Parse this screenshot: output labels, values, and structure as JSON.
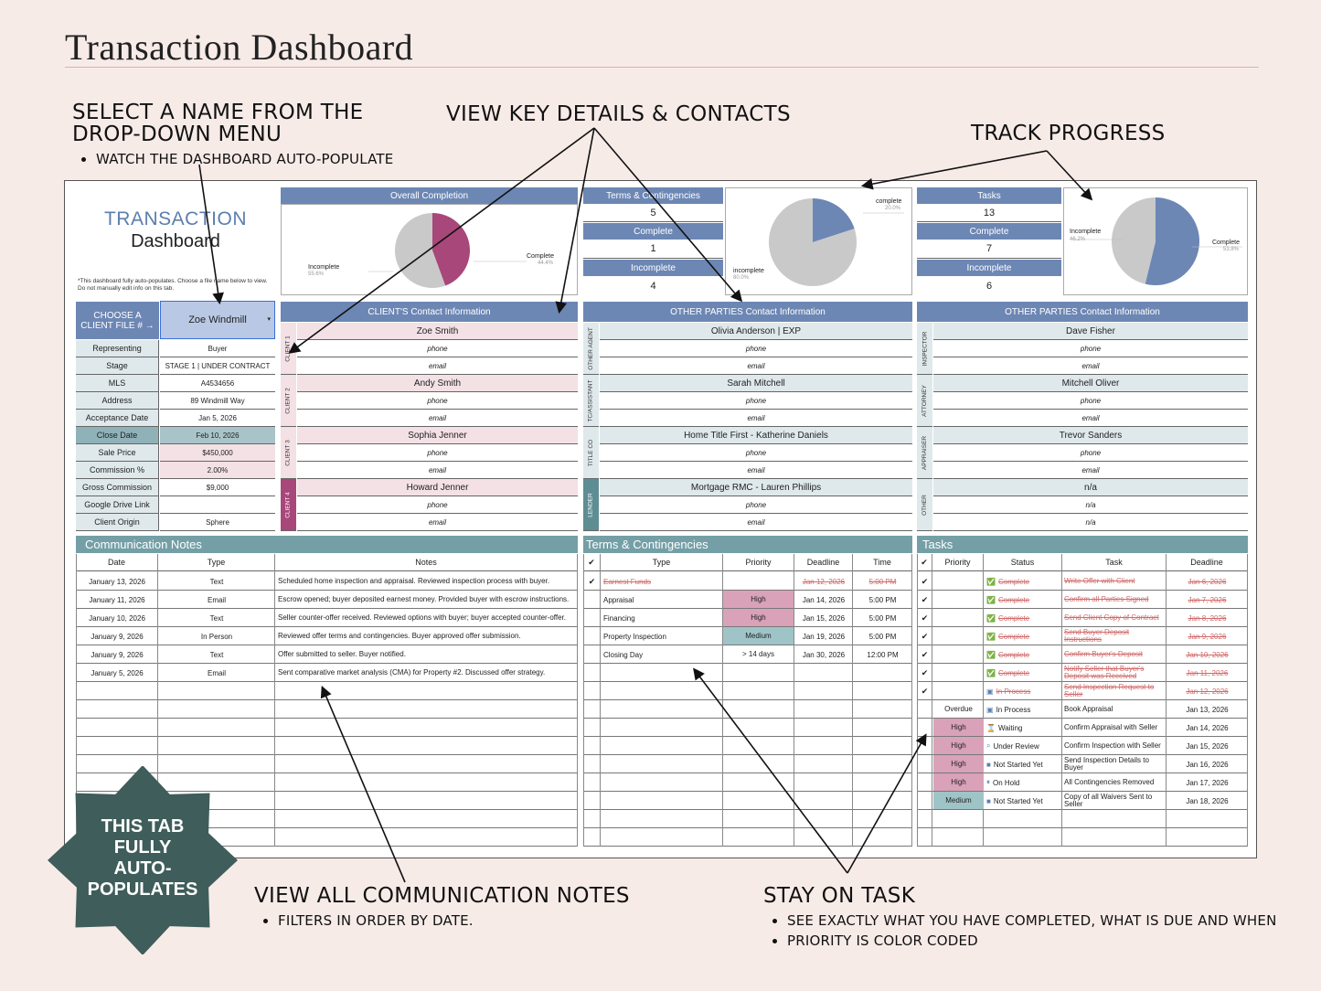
{
  "page": {
    "title": "Transaction Dashboard"
  },
  "callouts": {
    "select": {
      "head1": "SELECT A NAME FROM THE",
      "head2": "DROP-DOWN MENU",
      "bullet": "WATCH THE DASHBOARD AUTO-POPULATE"
    },
    "key": {
      "head": "VIEW KEY DETAILS & CONTACTS"
    },
    "track": {
      "head": "TRACK PROGRESS"
    },
    "notes": {
      "head": "VIEW ALL COMMUNICATION NOTES",
      "bullet": "FILTERS IN ORDER BY DATE."
    },
    "task": {
      "head": "STAY ON TASK",
      "bullets": [
        "SEE EXACTLY WHAT YOU HAVE COMPLETED, WHAT IS DUE AND WHEN",
        "PRIORITY IS COLOR CODED"
      ]
    },
    "badge": {
      "line1": "THIS TAB",
      "line2": "FULLY",
      "line3": "AUTO-",
      "line4": "POPULATES"
    }
  },
  "brand": {
    "line1": "TRANSACTION",
    "line2": "Dashboard",
    "note": "*This dashboard fully auto-populates. Choose a file name below to view. Do not manually edit info on this tab."
  },
  "colors": {
    "blue": "#6d87b4",
    "teal": "#749fa6",
    "pink": "#f3e1e6",
    "magenta": "#a8477a",
    "grey": "#c9c9c9",
    "lightblue": "#b9c8e4"
  },
  "overall": {
    "header": "Overall Completion",
    "complete_label": "Complete",
    "complete_pct": "44.4%",
    "incomplete_label": "Incomplete",
    "incomplete_pct": "55.6%"
  },
  "terms_summary": {
    "header": "Terms & Contingencies",
    "total": "5",
    "complete_label": "Complete",
    "complete": "1",
    "incomplete_label": "Incomplete",
    "incomplete": "4",
    "pie_complete_label": "complete",
    "pie_complete_pct": "20.0%",
    "pie_incomplete_label": "incomplete",
    "pie_incomplete_pct": "80.0%"
  },
  "tasks_summary": {
    "header": "Tasks",
    "total": "13",
    "complete_label": "Complete",
    "complete": "7",
    "incomplete_label": "Incomplete",
    "incomplete": "6",
    "pie_complete_label": "Complete",
    "pie_complete_pct": "53.8%",
    "pie_incomplete_label": "Incomplete",
    "pie_incomplete_pct": "46.2%"
  },
  "details": {
    "choose_label": "CHOOSE A CLIENT FILE # →",
    "selected": "Zoe Windmill",
    "rows": [
      {
        "label": "Representing",
        "value": "Buyer"
      },
      {
        "label": "Stage",
        "value": "STAGE 1 | UNDER CONTRACT"
      },
      {
        "label": "MLS",
        "value": "A4534656"
      },
      {
        "label": "Address",
        "value": "89 Windmill Way"
      },
      {
        "label": "Acceptance Date",
        "value": "Jan 5, 2026"
      },
      {
        "label": "Close Date",
        "value": "Feb 10, 2026"
      },
      {
        "label": "Sale Price",
        "value": "$450,000"
      },
      {
        "label": "Commission %",
        "value": "2.00%"
      },
      {
        "label": "Gross Commission",
        "value": "$9,000"
      },
      {
        "label": "Google Drive Link",
        "value": ""
      },
      {
        "label": "Client Origin",
        "value": "Sphere"
      }
    ]
  },
  "clients": {
    "header": "CLIENT'S Contact Information",
    "groups": [
      {
        "tab": "CLIENT 1",
        "name": "Zoe Smith",
        "phone": "phone",
        "email": "email"
      },
      {
        "tab": "CLIENT 2",
        "name": "Andy Smith",
        "phone": "phone",
        "email": "email"
      },
      {
        "tab": "CLIENT 3",
        "name": "Sophia Jenner",
        "phone": "phone",
        "email": "email"
      },
      {
        "tab": "CLIENT 4",
        "name": "Howard Jenner",
        "phone": "phone",
        "email": "email"
      }
    ]
  },
  "parties1": {
    "header": "OTHER PARTIES Contact Information",
    "groups": [
      {
        "tab": "OTHER AGENT",
        "name": "Olivia Anderson | EXP",
        "phone": "phone",
        "email": "email"
      },
      {
        "tab": "TC/ASSISTANT",
        "name": "Sarah Mitchell",
        "phone": "phone",
        "email": "email"
      },
      {
        "tab": "TITLE CO",
        "name": "Home Title First - Katherine Daniels",
        "phone": "phone",
        "email": "email"
      },
      {
        "tab": "LENDER",
        "name": "Mortgage RMC - Lauren Phillips",
        "phone": "phone",
        "email": "email"
      }
    ]
  },
  "parties2": {
    "header": "OTHER PARTIES Contact Information",
    "groups": [
      {
        "tab": "INSPECTOR",
        "name": "Dave Fisher",
        "phone": "phone",
        "email": "email"
      },
      {
        "tab": "ATTORNEY",
        "name": "Mitchell Oliver",
        "phone": "phone",
        "email": "email"
      },
      {
        "tab": "APPRAISER",
        "name": "Trevor Sanders",
        "phone": "phone",
        "email": "email"
      },
      {
        "tab": "OTHER",
        "name": "n/a",
        "phone": "n/a",
        "email": "n/a"
      }
    ]
  },
  "notes": {
    "header": "Communication Notes",
    "cols": [
      "Date",
      "Type",
      "Notes"
    ],
    "rows": [
      {
        "date": "January 13, 2026",
        "type": "Text",
        "note": "Scheduled home inspection and appraisal. Reviewed inspection process with buyer."
      },
      {
        "date": "January 11, 2026",
        "type": "Email",
        "note": "Escrow opened; buyer deposited earnest money. Provided buyer with escrow instructions."
      },
      {
        "date": "January 10, 2026",
        "type": "Text",
        "note": "Seller counter-offer received. Reviewed options with buyer; buyer accepted counter-offer."
      },
      {
        "date": "January 9, 2026",
        "type": "In Person",
        "note": "Reviewed offer terms and contingencies. Buyer approved offer submission."
      },
      {
        "date": "January 9, 2026",
        "type": "Text",
        "note": "Offer submitted to seller. Buyer notified."
      },
      {
        "date": "January 5, 2026",
        "type": "Email",
        "note": "Sent comparative market analysis (CMA) for Property #2. Discussed offer strategy."
      }
    ]
  },
  "terms": {
    "header": "Terms & Contingencies",
    "cols": [
      "✔",
      "Type",
      "Priority",
      "Deadline",
      "Time"
    ],
    "rows": [
      {
        "check": "✔",
        "type": "Earnest Funds",
        "priority": "",
        "deadline": "Jan 12, 2026",
        "time": "5:00 PM",
        "done": true
      },
      {
        "check": "",
        "type": "Appraisal",
        "priority": "High",
        "deadline": "Jan 14, 2026",
        "time": "5:00 PM",
        "done": false
      },
      {
        "check": "",
        "type": "Financing",
        "priority": "High",
        "deadline": "Jan 15, 2026",
        "time": "5:00 PM",
        "done": false
      },
      {
        "check": "",
        "type": "Property Inspection",
        "priority": "Medium",
        "deadline": "Jan 19, 2026",
        "time": "5:00 PM",
        "done": false
      },
      {
        "check": "",
        "type": "Closing Day",
        "priority": "> 14 days",
        "deadline": "Jan 30, 2026",
        "time": "12:00 PM",
        "done": false
      }
    ]
  },
  "tasks": {
    "header": "Tasks",
    "cols": [
      "✔",
      "Priority",
      "Status",
      "Task",
      "Deadline"
    ],
    "rows": [
      {
        "check": "✔",
        "priority": "",
        "status": "Complete",
        "icon": "✅",
        "task": "Write Offer with Client",
        "deadline": "Jan 6, 2026",
        "done": true
      },
      {
        "check": "✔",
        "priority": "",
        "status": "Complete",
        "icon": "✅",
        "task": "Confirm all Parties Signed",
        "deadline": "Jan 7, 2026",
        "done": true
      },
      {
        "check": "✔",
        "priority": "",
        "status": "Complete",
        "icon": "✅",
        "task": "Send Client Copy of Contract",
        "deadline": "Jan 8, 2026",
        "done": true
      },
      {
        "check": "✔",
        "priority": "",
        "status": "Complete",
        "icon": "✅",
        "task": "Send Buyer Deposit Instructions",
        "deadline": "Jan 9, 2026",
        "done": true
      },
      {
        "check": "✔",
        "priority": "",
        "status": "Complete",
        "icon": "✅",
        "task": "Confirm Buyer's Deposit",
        "deadline": "Jan 10, 2026",
        "done": true
      },
      {
        "check": "✔",
        "priority": "",
        "status": "Complete",
        "icon": "✅",
        "task": "Notify Seller that Buyer's Deposit was Received",
        "deadline": "Jan 11, 2026",
        "done": true
      },
      {
        "check": "✔",
        "priority": "",
        "status": "In Process",
        "icon": "▣",
        "task": "Send Inspection Request to Seller",
        "deadline": "Jan 12, 2026",
        "done": true
      },
      {
        "check": "",
        "priority": "Overdue",
        "status": "In Process",
        "icon": "▣",
        "task": "Book Appraisal",
        "deadline": "Jan 13, 2026",
        "done": false
      },
      {
        "check": "",
        "priority": "High",
        "status": "Waiting",
        "icon": "⌛",
        "task": "Confirm Appraisal with Seller",
        "deadline": "Jan 14, 2026",
        "done": false
      },
      {
        "check": "",
        "priority": "High",
        "status": "Under Review",
        "icon": "⌕",
        "task": "Confirm Inspection with Seller",
        "deadline": "Jan 15, 2026",
        "done": false
      },
      {
        "check": "",
        "priority": "High",
        "status": "Not Started Yet",
        "icon": "■",
        "task": "Send Inspection Details to Buyer",
        "deadline": "Jan 16, 2026",
        "done": false
      },
      {
        "check": "",
        "priority": "High",
        "status": "On Hold",
        "icon": "⏸",
        "task": "All Contingencies Removed",
        "deadline": "Jan 17, 2026",
        "done": false
      },
      {
        "check": "",
        "priority": "Medium",
        "status": "Not Started Yet",
        "icon": "■",
        "task": "Copy of all Waivers Sent to Seller",
        "deadline": "Jan 18, 2026",
        "done": false
      }
    ]
  },
  "chart_data": [
    {
      "type": "pie",
      "title": "Overall Completion",
      "categories": [
        "Complete",
        "Incomplete"
      ],
      "values": [
        44.4,
        55.6
      ]
    },
    {
      "type": "pie",
      "title": "Terms & Contingencies",
      "categories": [
        "complete",
        "incomplete"
      ],
      "values": [
        20.0,
        80.0
      ]
    },
    {
      "type": "pie",
      "title": "Tasks",
      "categories": [
        "Complete",
        "Incomplete"
      ],
      "values": [
        53.8,
        46.2
      ]
    }
  ]
}
